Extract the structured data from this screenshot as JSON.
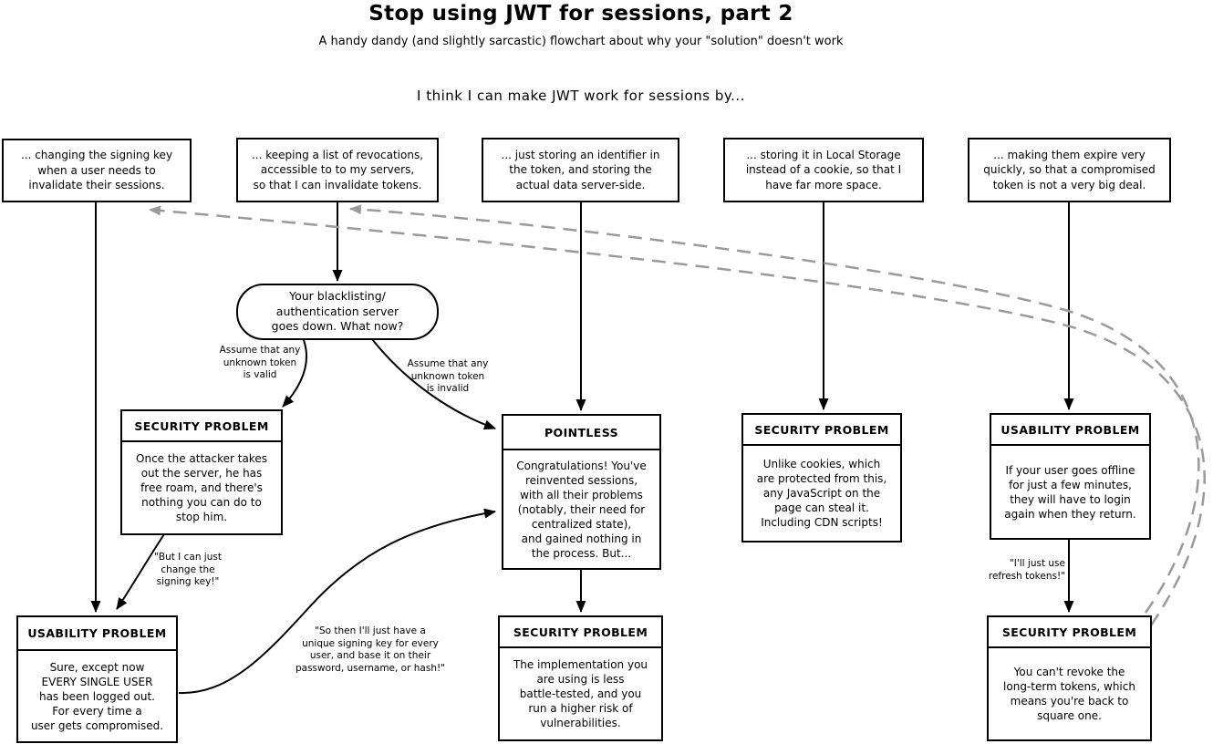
{
  "header": {
    "title": "Stop using JWT for sessions, part 2",
    "subtitle": "A handy dandy (and slightly sarcastic) flowchart about why your \"solution\" doesn't work",
    "prompt": "I think I can make JWT work for sessions by..."
  },
  "colors": {
    "line": "#000000",
    "dashed_arrow": "#9a9a9a",
    "box_background": "#ffffff",
    "text": "#000000"
  },
  "top_boxes": [
    {
      "text": "... changing the signing key\nwhen a user needs to\ninvalidate their sessions."
    },
    {
      "text": "... keeping a list of revocations,\naccessible to to my servers,\nso that I can invalidate tokens."
    },
    {
      "text": "... just storing an identifier in\nthe token, and storing the\nactual data server-side."
    },
    {
      "text": "... storing it in Local Storage\ninstead of a cookie, so that I\nhave far more space."
    },
    {
      "text": "... making them expire very\nquickly, so that a compromised\ntoken is not a very big deal."
    }
  ],
  "decision": {
    "text": "Your blacklisting/\nauthentication server\ngoes down. What now?"
  },
  "problem_boxes": {
    "attacker_free_roam": {
      "header": "SECURITY PROBLEM",
      "body": "Once the attacker takes\nout the server, he has\nfree roam, and there's\nnothing you can do to\nstop him."
    },
    "pointless": {
      "header": "POINTLESS",
      "body": "Congratulations! You've\nreinvented sessions,\nwith all their problems\n(notably, their need for\ncentralized state),\nand gained nothing in\nthe process. But..."
    },
    "javascript_steal": {
      "header": "SECURITY PROBLEM",
      "body": "Unlike cookies, which\nare protected from this,\nany JavaScript on the\npage can steal it.\nIncluding CDN scripts!"
    },
    "offline_login": {
      "header": "USABILITY PROBLEM",
      "body": "If your user goes offline\nfor just a few minutes,\nthey will have to login\nagain when they return."
    },
    "everyone_logged_out": {
      "header": "USABILITY PROBLEM",
      "body": "Sure, except now\nEVERY SINGLE USER\nhas been logged out.\nFor every time a\nuser gets compromised."
    },
    "less_battle_tested": {
      "header": "SECURITY PROBLEM",
      "body": "The implementation you\nare using is less\nbattle-tested, and you\nrun a higher risk of\nvulnerabilities."
    },
    "cant_revoke": {
      "header": "SECURITY PROBLEM",
      "body": "You can't revoke the\nlong-term tokens, which\nmeans you're back to\nsquare one."
    }
  },
  "edge_labels": {
    "assume_valid": "Assume that any\nunknown token\nis valid",
    "assume_invalid": "Assume that any\nunknown token\nis invalid",
    "change_signing_key": "\"But I can just\nchange the\nsigning key!\"",
    "unique_signing_key": "\"So then I'll just have a\nunique signing key for every\nuser, and base it on their\npassword, username, or hash!\"",
    "refresh_tokens": "\"I'll just use\nrefresh tokens!\""
  }
}
